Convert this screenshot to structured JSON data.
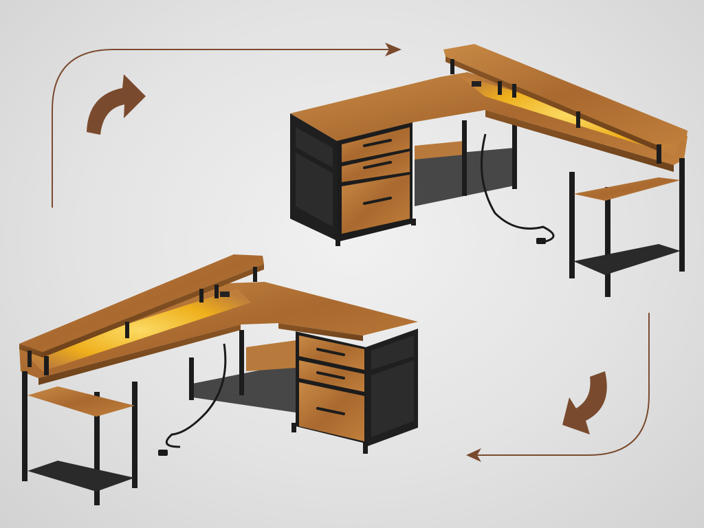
{
  "scene": {
    "background": "#e6e6e6",
    "arrow_color": "#7a4a2e",
    "wood_color": "#b87a3c",
    "wood_dark": "#8a5524",
    "frame_color": "#1c1c1c",
    "led_color": "#ffd23a",
    "icons": [
      "curved-arrow-icon",
      "return-arrow-icon",
      "guide-arrow-top",
      "guide-arrow-bottom"
    ],
    "desks": [
      {
        "name": "desk-configuration-right",
        "orientation": "right"
      },
      {
        "name": "desk-configuration-left",
        "orientation": "left"
      }
    ]
  }
}
